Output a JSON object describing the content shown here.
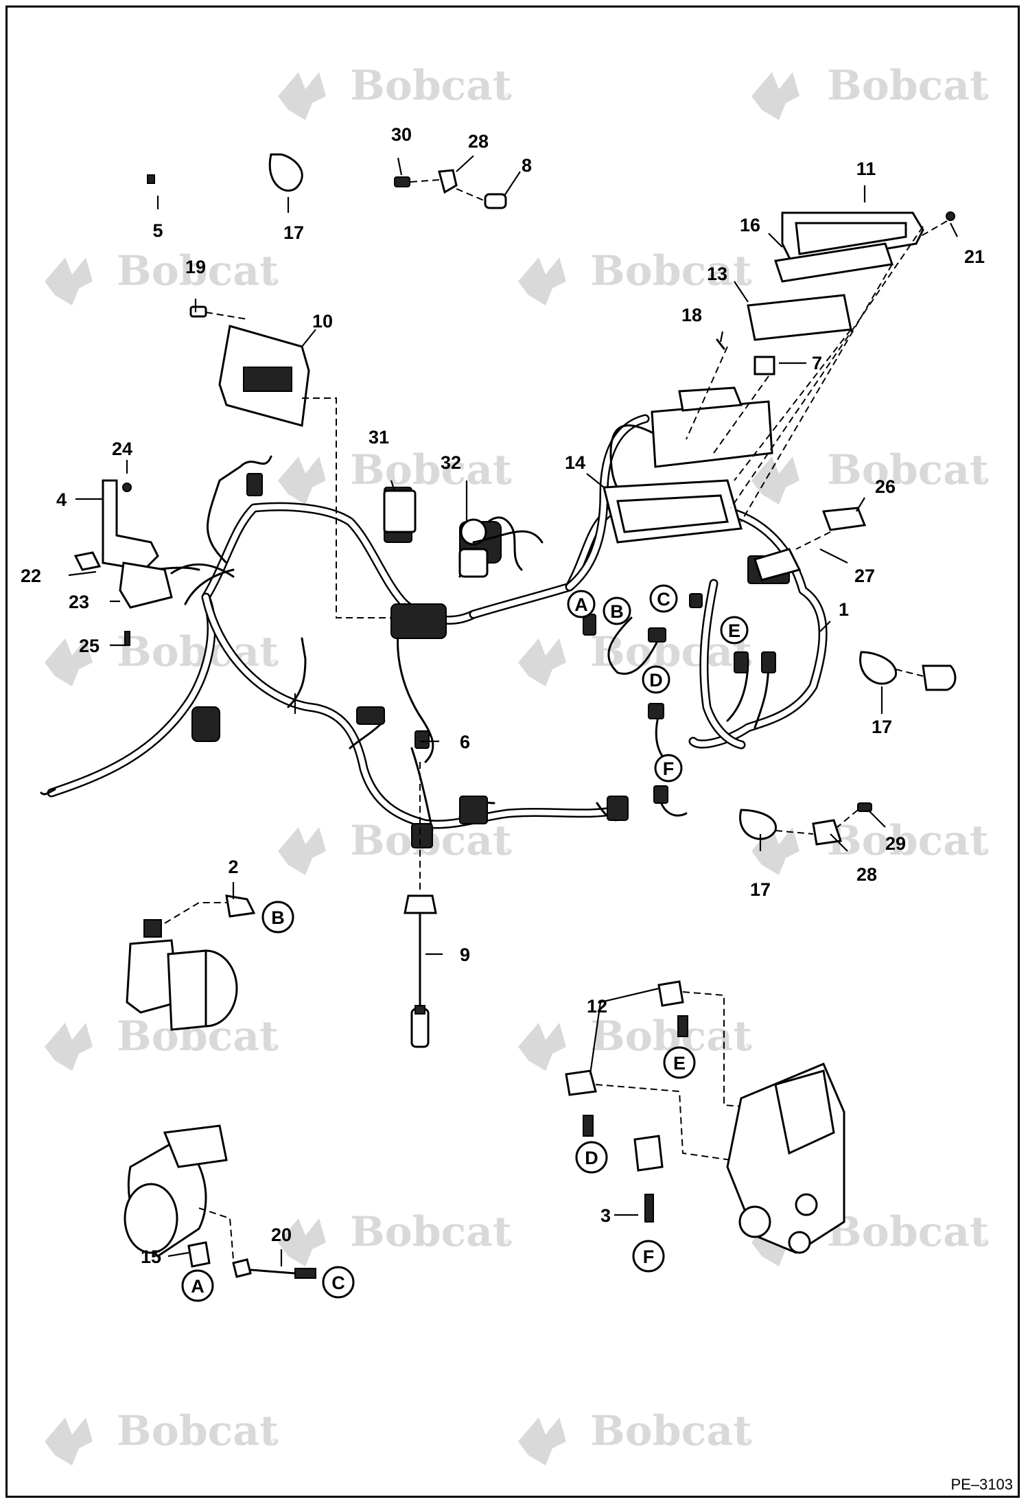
{
  "watermark": {
    "text": "Bobcat",
    "reg": "®"
  },
  "drawing_code": "PE–3103",
  "callouts": {
    "c1": "1",
    "c2": "2",
    "c3": "3",
    "c4": "4",
    "c5": "5",
    "c6": "6",
    "c7": "7",
    "c8": "8",
    "c9": "9",
    "c10": "10",
    "c11": "11",
    "c12": "12",
    "c13": "13",
    "c14": "14",
    "c15": "15",
    "c16": "16",
    "c17": "17",
    "c18": "18",
    "c19": "19",
    "c20": "20",
    "c21": "21",
    "c22": "22",
    "c23": "23",
    "c24": "24",
    "c25": "25",
    "c26": "26",
    "c27": "27",
    "c28": "28",
    "c29": "29",
    "c30": "30",
    "c31": "31",
    "c32": "32"
  },
  "connectors": {
    "a": "A",
    "b": "B",
    "c": "C",
    "d": "D",
    "e": "E",
    "f": "F"
  }
}
